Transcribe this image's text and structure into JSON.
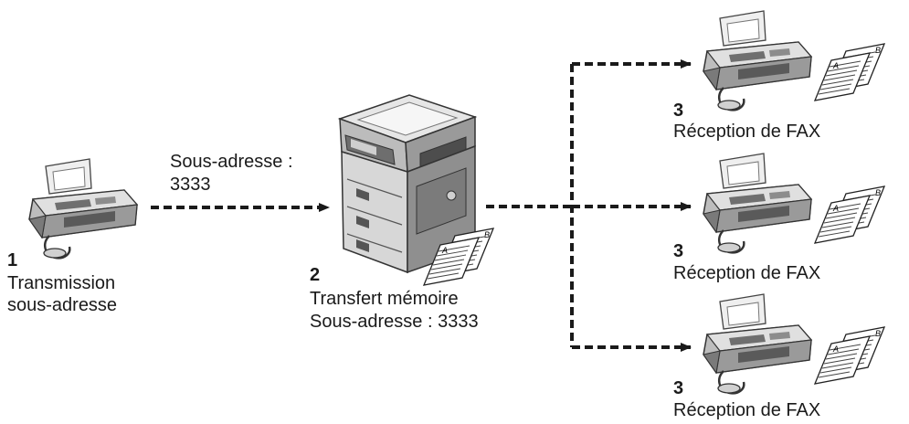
{
  "sender": {
    "step": "1",
    "label_line1": "Transmission",
    "label_line2": "sous-adresse"
  },
  "link": {
    "line1": "Sous-adresse :",
    "line2": "3333"
  },
  "relay": {
    "step": "2",
    "label_line1": "Transfert mémoire",
    "label_line2": "Sous-adresse : 3333"
  },
  "receivers": [
    {
      "step": "3",
      "label": "Réception de FAX"
    },
    {
      "step": "3",
      "label": "Réception de FAX"
    },
    {
      "step": "3",
      "label": "Réception de FAX"
    }
  ],
  "icons": {
    "fax": "fax-machine-icon",
    "mfp": "multifunction-printer-icon",
    "docs": "document-pages-icon"
  },
  "colors": {
    "ink": "#1a1a1a",
    "device_light": "#d9d9d9",
    "device_mid": "#a6a6a6",
    "device_dark": "#555555"
  }
}
